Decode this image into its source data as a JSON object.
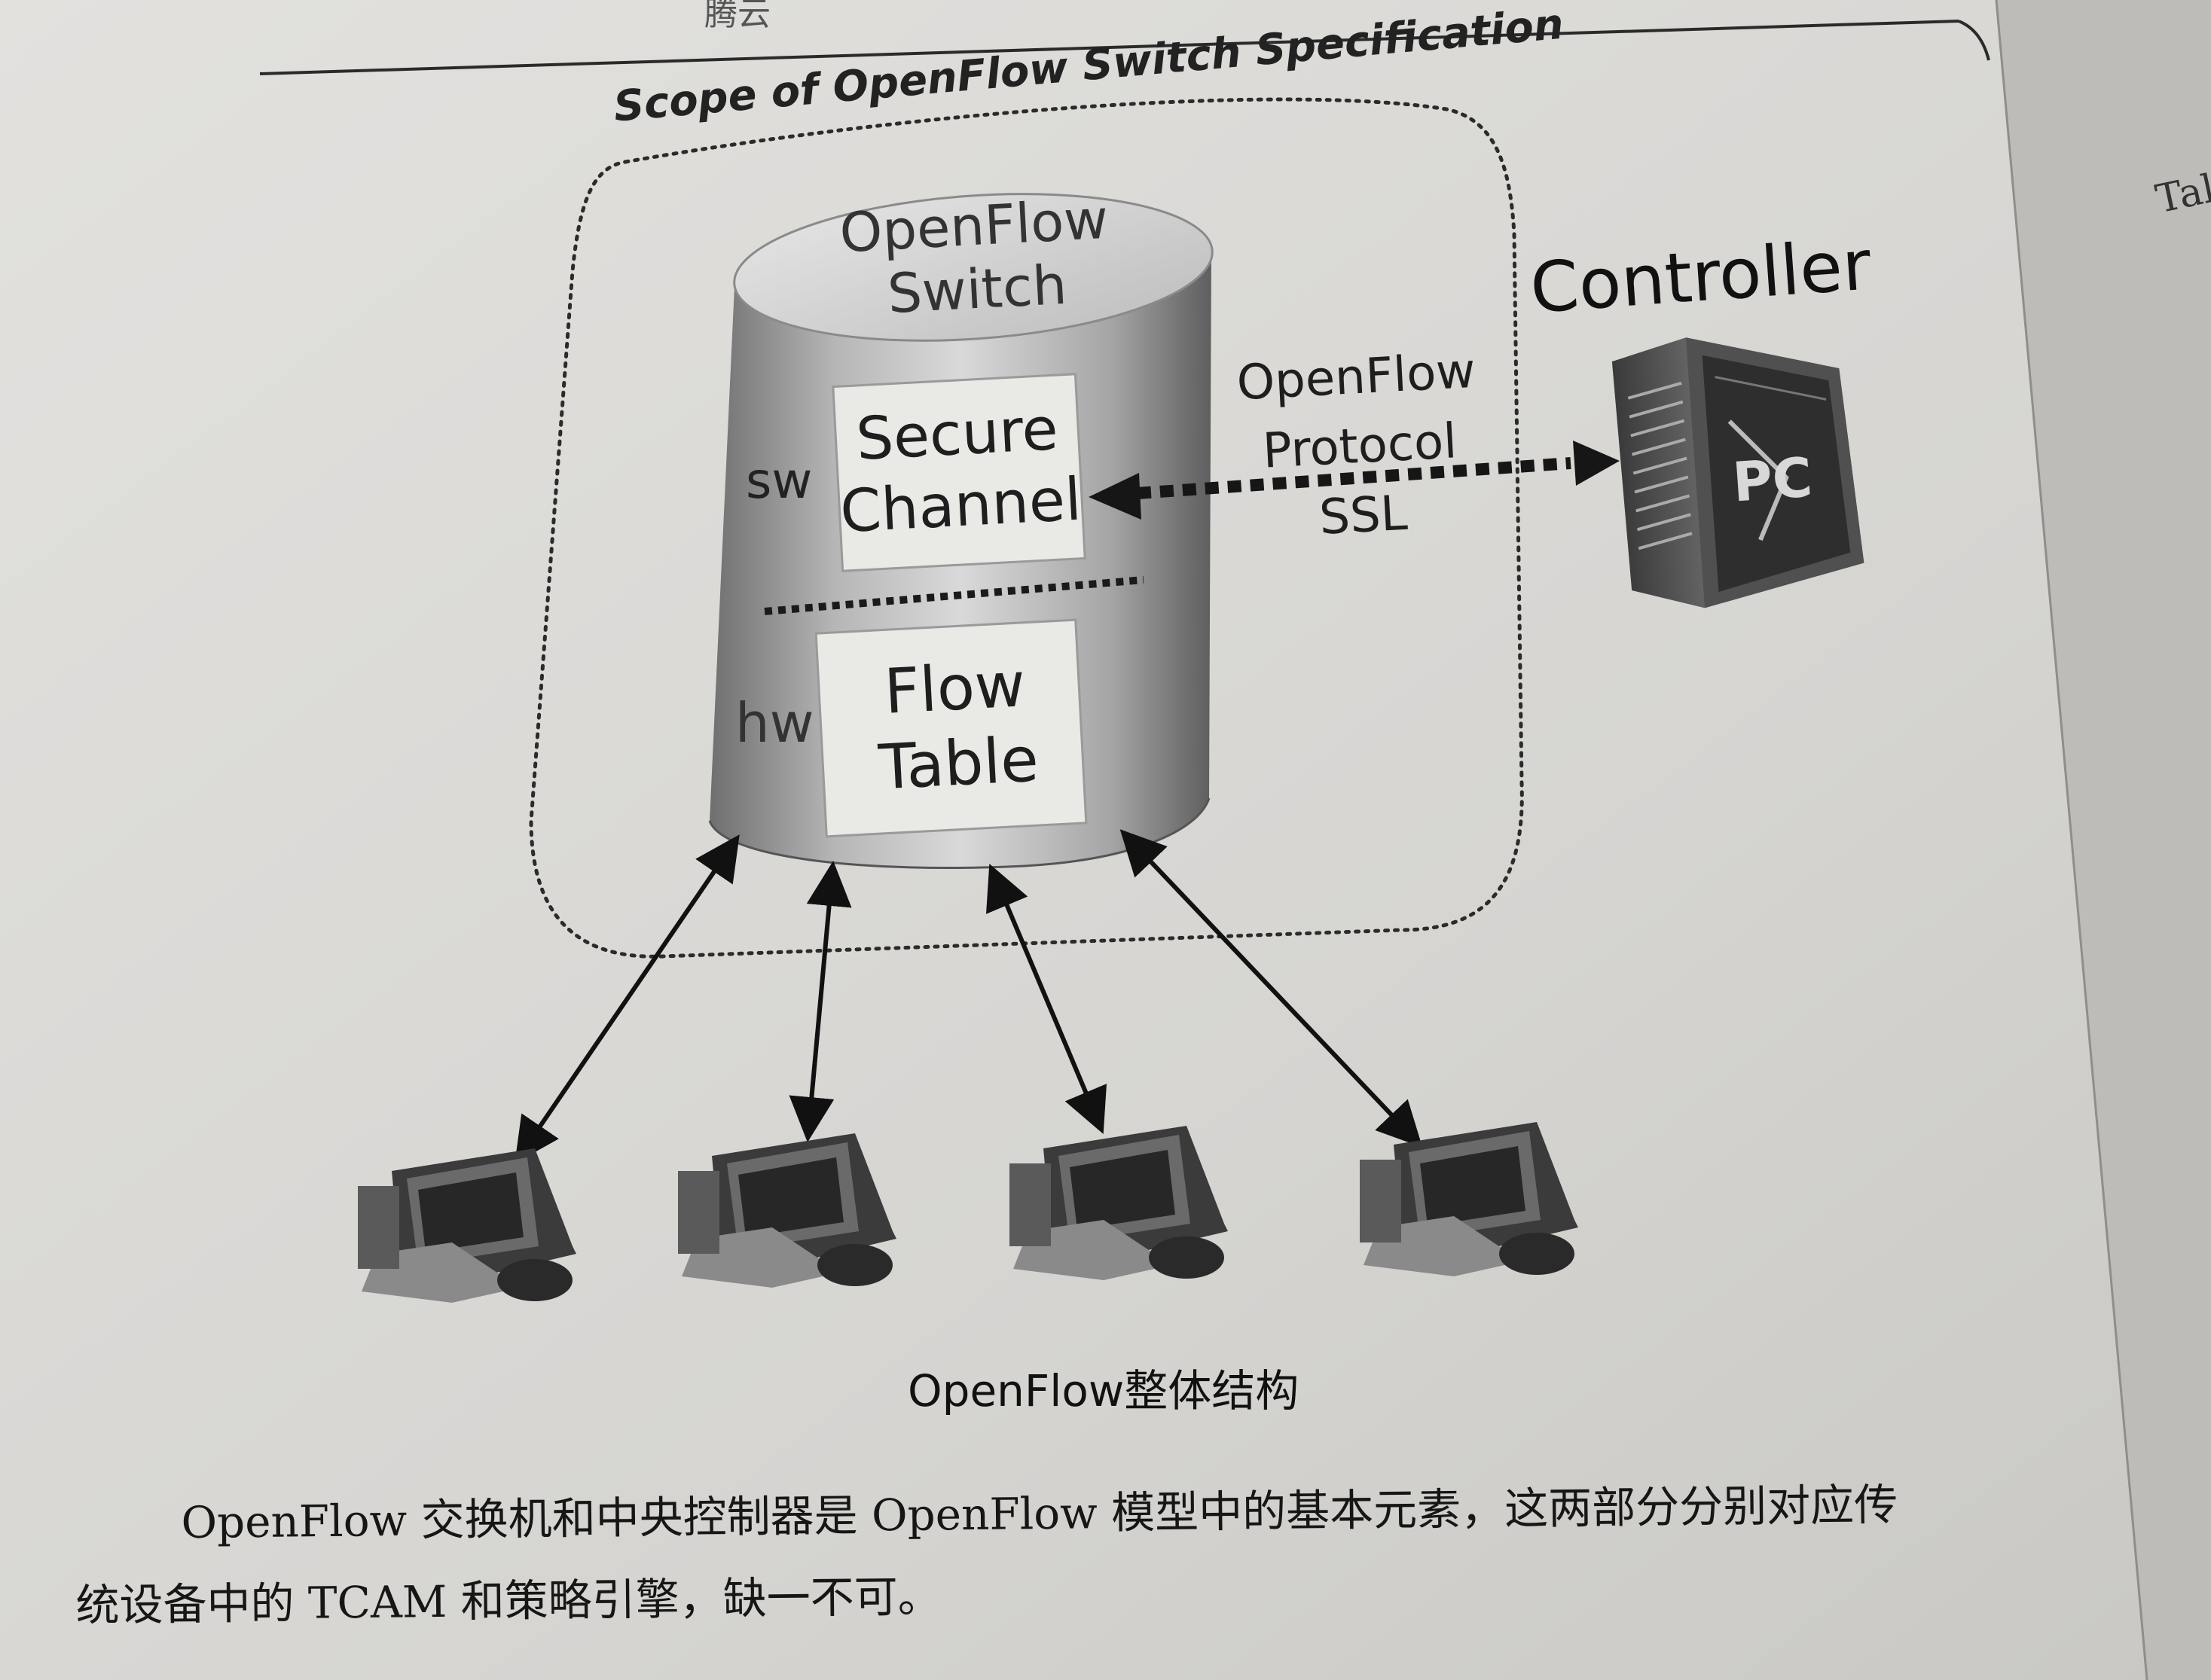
{
  "header": {
    "running_head": "腾云",
    "right_page_fragment": "Tal"
  },
  "diagram": {
    "scope_label": "Scope of OpenFlow Switch Specification",
    "switch_title_line1": "OpenFlow",
    "switch_title_line2": "Switch",
    "sw_label": "sw",
    "hw_label": "hw",
    "secure_channel_line1": "Secure",
    "secure_channel_line2": "Channel",
    "flow_table_line1": "Flow",
    "flow_table_line2": "Table",
    "controller_label": "Controller",
    "pc_label": "PC",
    "protocol_line1": "OpenFlow",
    "protocol_line2": "Protocol",
    "protocol_line3": "SSL"
  },
  "caption": "OpenFlow整体结构",
  "body_text": {
    "line1": "OpenFlow 交换机和中央控制器是 OpenFlow 模型中的基本元素，这两部分分别对应传",
    "line2": "统设备中的 TCAM 和策略引擎，缺一不可。"
  }
}
